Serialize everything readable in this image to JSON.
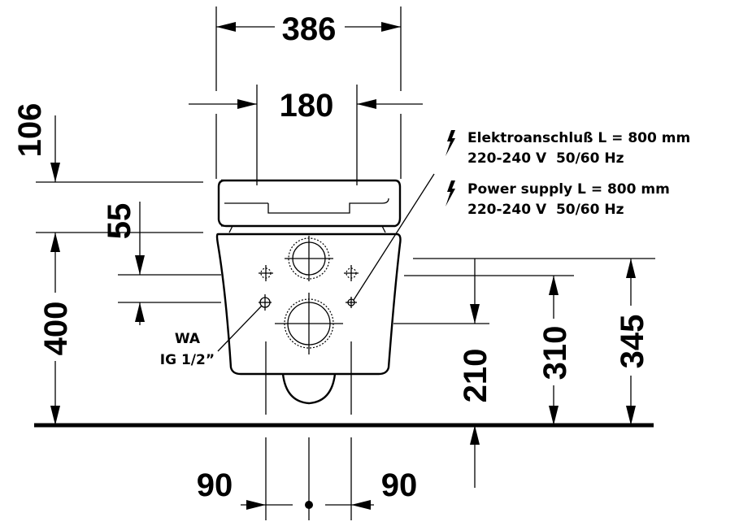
{
  "dimensions": {
    "overall_width": "386",
    "fixing_distance": "180",
    "top_offset": "106",
    "seat_offset": "55",
    "fixing_height": "400",
    "drain_height": "210",
    "supply_height_1": "310",
    "supply_height_2": "345",
    "left_offset": "90",
    "right_offset": "90"
  },
  "notes": {
    "electrical_de": "Elektroanschluß L = 800 mm",
    "voltage_de": "220-240 V  50/60 Hz",
    "electrical_en": "Power supply L = 800 mm",
    "voltage_en": "220-240 V  50/60 Hz",
    "water_label": "WA",
    "water_thread": "IG 1/2”"
  },
  "icons": {
    "electrical": "lightning-bolt-icon"
  }
}
